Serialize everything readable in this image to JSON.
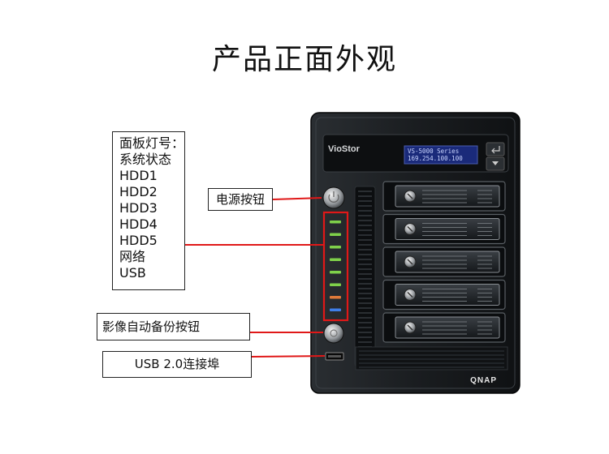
{
  "title": "产品正面外观",
  "labels": {
    "panel_lights": [
      "面板灯号：",
      "系统状态",
      "HDD1",
      "HDD2",
      "HDD3",
      "HDD4",
      "HDD5",
      "网络",
      "USB"
    ],
    "power_button": "电源按钮",
    "backup_button": "影像自动备份按钮",
    "usb_port": "USB  2.0连接埠"
  },
  "device": {
    "brand": "VioStor",
    "lcd_line1": "VS-5000 Series",
    "lcd_line2": "169.254.100.100",
    "logo": "QNAP",
    "enter_icon": "enter-arrow-icon",
    "select_icon": "down-triangle-icon",
    "bay_count": 5,
    "led_colors": [
      "#7fd14a",
      "#7fd14a",
      "#7fd14a",
      "#7fd14a",
      "#7fd14a",
      "#7fd14a",
      "#e07a3a",
      "#3f7ee8"
    ]
  },
  "colors": {
    "callout": "#e01818",
    "chassis": "#1c1f22",
    "lcd": "#1a2a7a"
  }
}
